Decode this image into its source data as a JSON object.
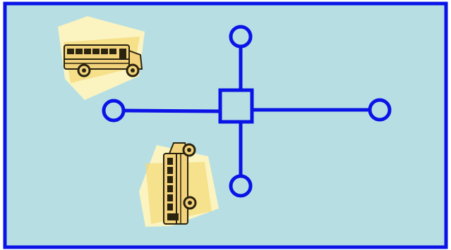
{
  "diagram": {
    "colors": {
      "frame": "#0a14e6",
      "background": "#b7dfe3",
      "connector": "#0a14e6",
      "bus_body": "#f2d27a",
      "bus_outline": "#2a2310",
      "paper": "#fbf4c0",
      "paper_accent": "#f4d977"
    },
    "nodes": [
      {
        "name": "center-junction",
        "shape": "square"
      },
      {
        "name": "north-terminal",
        "shape": "circle"
      },
      {
        "name": "south-terminal",
        "shape": "circle"
      },
      {
        "name": "west-terminal",
        "shape": "circle"
      },
      {
        "name": "east-terminal",
        "shape": "circle"
      }
    ],
    "clipart": [
      {
        "name": "school-bus-horizontal",
        "icon": "school-bus-icon"
      },
      {
        "name": "school-bus-vertical",
        "icon": "school-bus-icon"
      }
    ]
  }
}
